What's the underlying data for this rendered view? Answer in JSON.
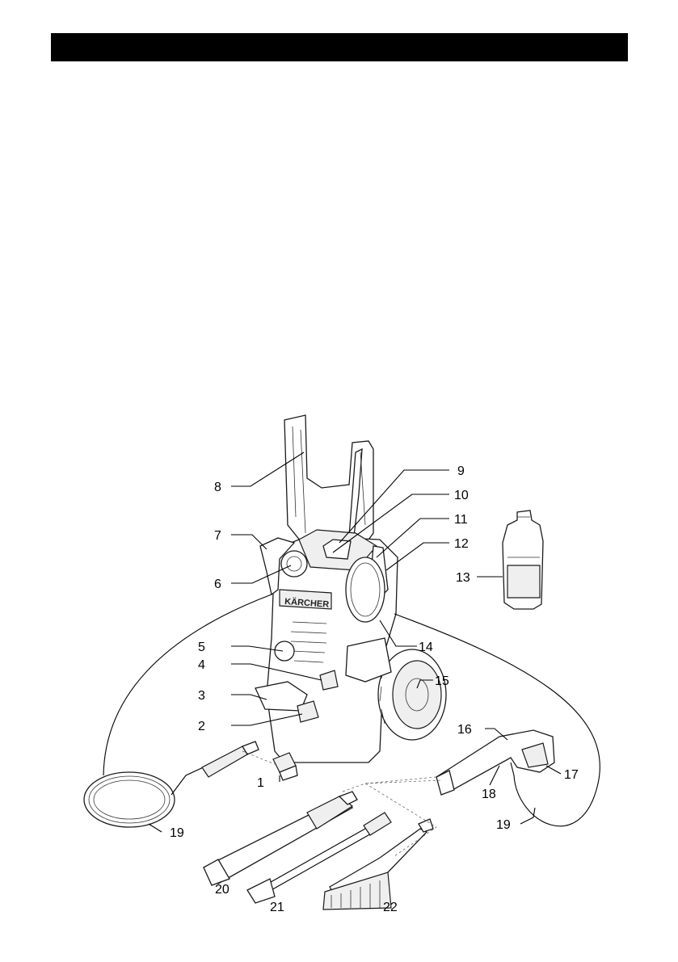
{
  "header": {
    "title": ""
  },
  "figure": {
    "logo_text": "KÄRCHER",
    "labels": {
      "l1": "1",
      "l2": "2",
      "l3": "3",
      "l4": "4",
      "l5": "5",
      "l6": "6",
      "l7": "7",
      "l8": "8",
      "l9": "9",
      "l10": "10",
      "l11": "11",
      "l12": "12",
      "l13": "13",
      "l14": "14",
      "l15": "15",
      "l16": "16",
      "l17": "17",
      "l18": "18",
      "l19a": "19",
      "l19b": "19",
      "l20": "20",
      "l21": "21",
      "l22": "22"
    }
  }
}
